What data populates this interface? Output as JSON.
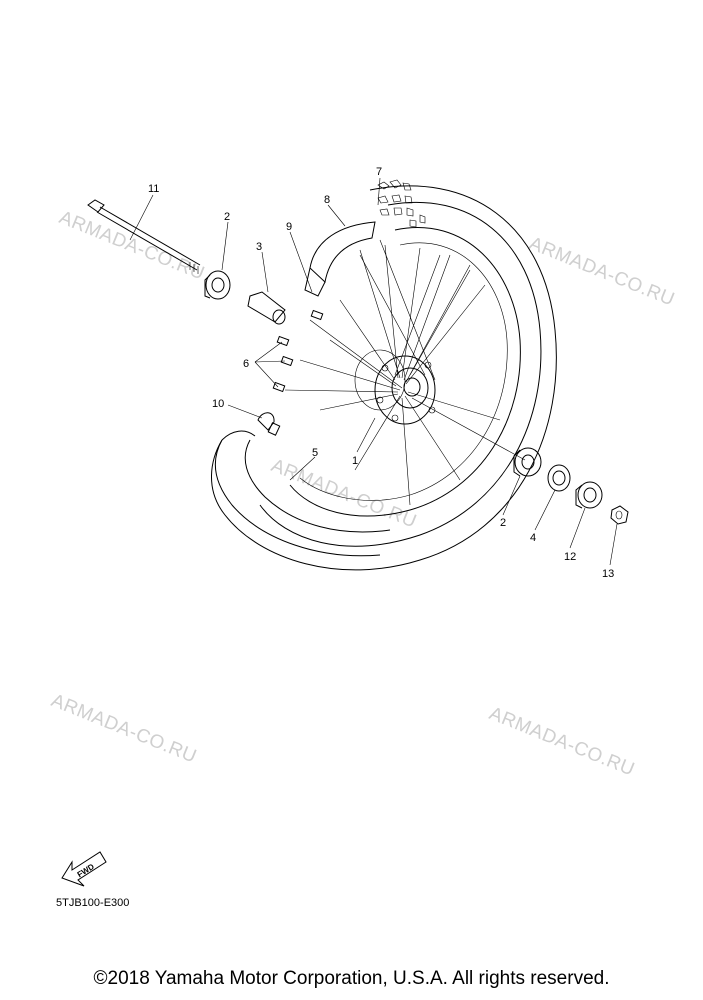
{
  "watermarks": [
    "ARMADA-CO.RU",
    "ARMADA-CO.RU",
    "ARMADA-CO.RU",
    "ARMADA-CO.RU",
    "ARMADA-CO.RU"
  ],
  "part_numbers": {
    "p1": "1",
    "p2a": "2",
    "p2b": "2",
    "p3": "3",
    "p4": "4",
    "p5": "5",
    "p6": "6",
    "p7": "7",
    "p8": "8",
    "p9": "9",
    "p10": "10",
    "p11": "11",
    "p12": "12",
    "p13": "13"
  },
  "fwd_arrow": {
    "label": "FWD",
    "icon": "forward-arrow-icon"
  },
  "diagram_code": "5TJB100-E300",
  "copyright": "©2018 Yamaha Motor Corporation, U.S.A. All rights reserved."
}
